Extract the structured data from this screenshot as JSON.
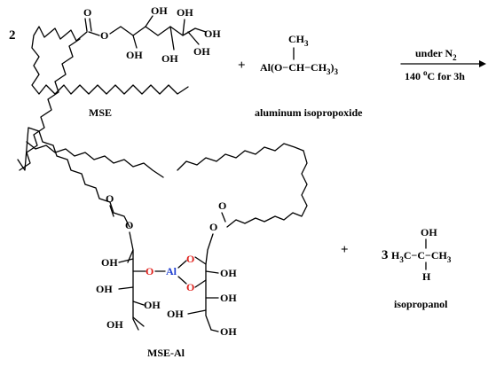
{
  "reaction": {
    "coef_mse": "2",
    "plus_top": "+",
    "plus_bottom": "+",
    "coef_ipa": "3",
    "condition_atmosphere": "under N",
    "condition_atmosphere_sub": "2",
    "condition_temp": "140 ",
    "condition_deg": "o",
    "condition_time": "C for 3h"
  },
  "labels": {
    "mse": "MSE",
    "aluminum_isopropoxide": "aluminum isopropoxide",
    "mse_al": "MSE-Al",
    "isopropanol": "isopropanol"
  },
  "atoms": {
    "o": "O",
    "oh": "OH",
    "al": "Al",
    "ch3": "CH",
    "three": "3",
    "h": "H",
    "h3c": "H",
    "h3c_sub": "3",
    "h3c_c": "C",
    "al_formula": "Al(O",
    "al_formula_mid": "CH",
    "al_formula_end": "CH",
    "al_formula_sub3": "3",
    "al_formula_close": ")",
    "al_formula_sub3b": "3",
    "dash": "−",
    "ipa_ch3": "CH",
    "ipa_sub": "3",
    "ipa_c": "C",
    "ipa_oh": "OH",
    "ipa_h": "H"
  }
}
